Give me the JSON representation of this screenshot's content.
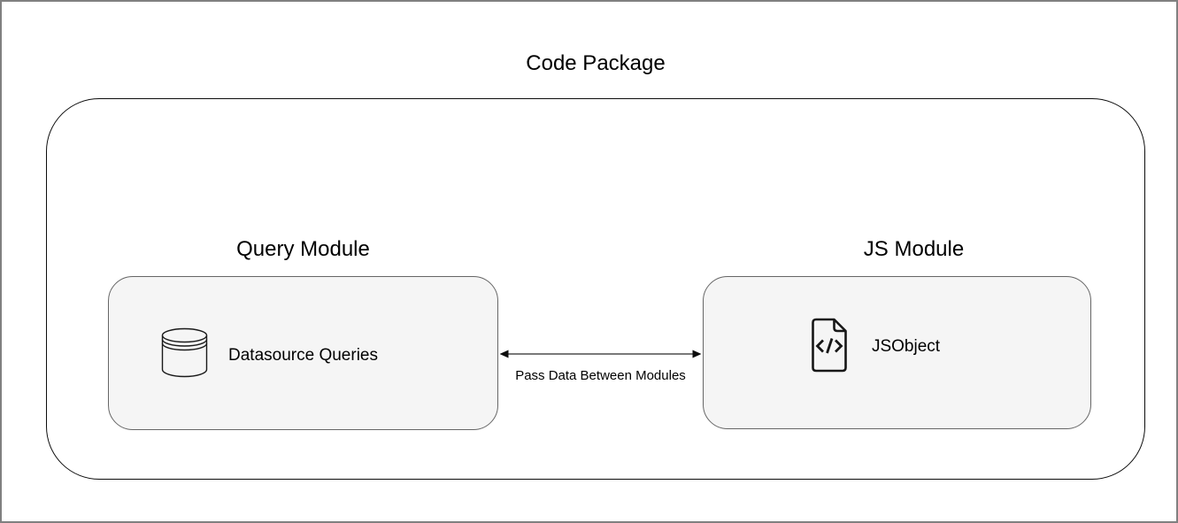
{
  "diagram": {
    "type": "architecture-diagram",
    "title": "Code Package",
    "package": {
      "modules": [
        {
          "id": "query-module",
          "label": "Query Module",
          "item": {
            "icon": "database-icon",
            "label": "Datasource Queries"
          }
        },
        {
          "id": "js-module",
          "label": "JS Module",
          "item": {
            "icon": "code-file-icon",
            "label": "JSObject"
          }
        }
      ],
      "connection": {
        "direction": "bidirectional",
        "icon": "double-arrow-icon",
        "label": "Pass Data Between Modules"
      }
    },
    "colors": {
      "background": "#ffffff",
      "frame_border": "#808080",
      "package_border": "#0d0d0d",
      "module_fill": "#f5f5f5",
      "module_border": "#666666",
      "text": "#000000",
      "arrow_line": "#4d4d4d",
      "arrow_head": "#0d0d0d"
    }
  }
}
